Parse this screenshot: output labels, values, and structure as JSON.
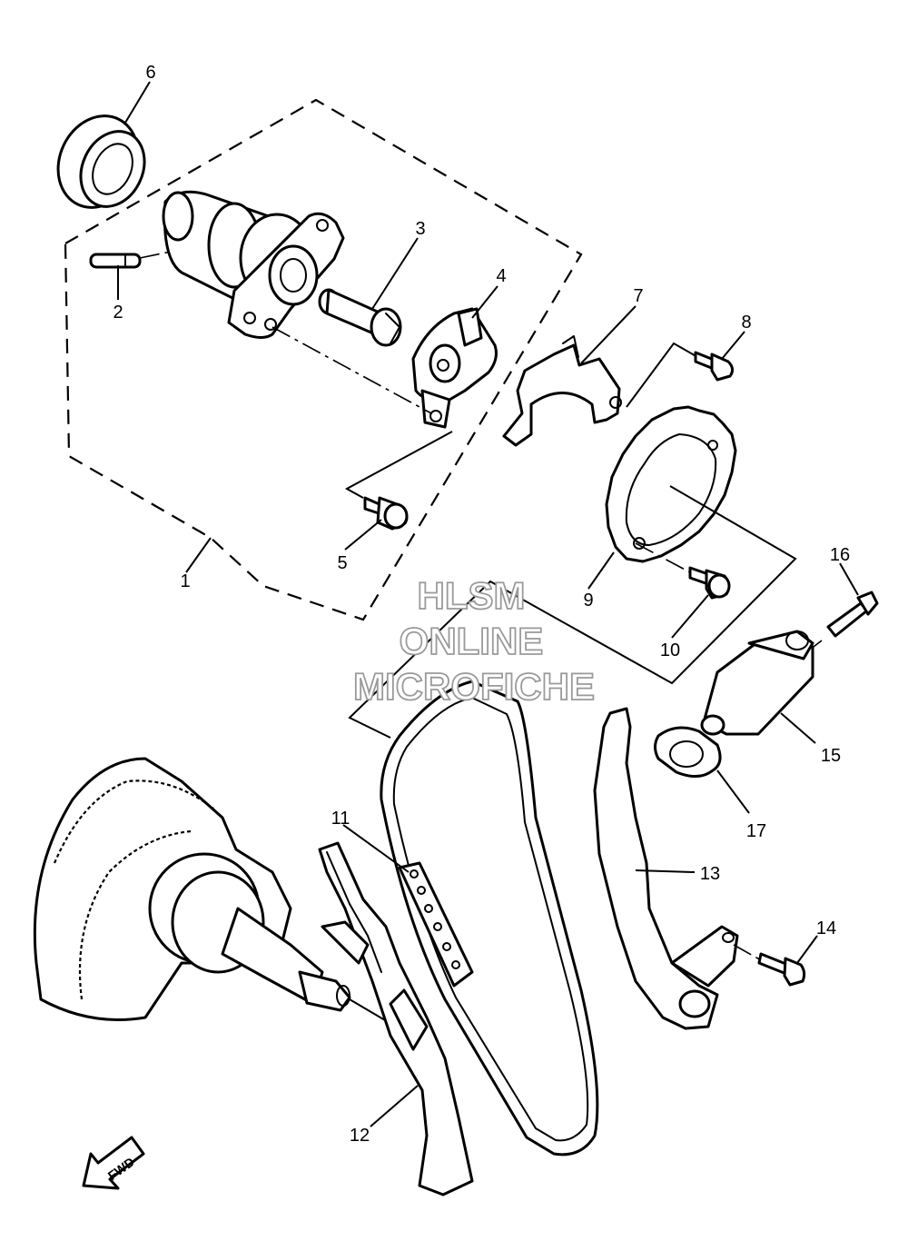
{
  "callouts": [
    {
      "id": "1",
      "label": "1"
    },
    {
      "id": "2",
      "label": "2"
    },
    {
      "id": "3",
      "label": "3"
    },
    {
      "id": "4",
      "label": "4"
    },
    {
      "id": "5",
      "label": "5"
    },
    {
      "id": "6",
      "label": "6"
    },
    {
      "id": "7",
      "label": "7"
    },
    {
      "id": "8",
      "label": "8"
    },
    {
      "id": "9",
      "label": "9"
    },
    {
      "id": "10",
      "label": "10"
    },
    {
      "id": "11",
      "label": "11"
    },
    {
      "id": "12",
      "label": "12"
    },
    {
      "id": "13",
      "label": "13"
    },
    {
      "id": "14",
      "label": "14"
    },
    {
      "id": "15",
      "label": "15"
    },
    {
      "id": "16",
      "label": "16"
    },
    {
      "id": "17",
      "label": "17"
    }
  ],
  "watermark": {
    "line1": "HLSM",
    "line2": "ONLINE",
    "line3": "MICROFICHE"
  },
  "direction_arrow": {
    "label": "FWD",
    "icon": "fwd-arrow-icon"
  }
}
